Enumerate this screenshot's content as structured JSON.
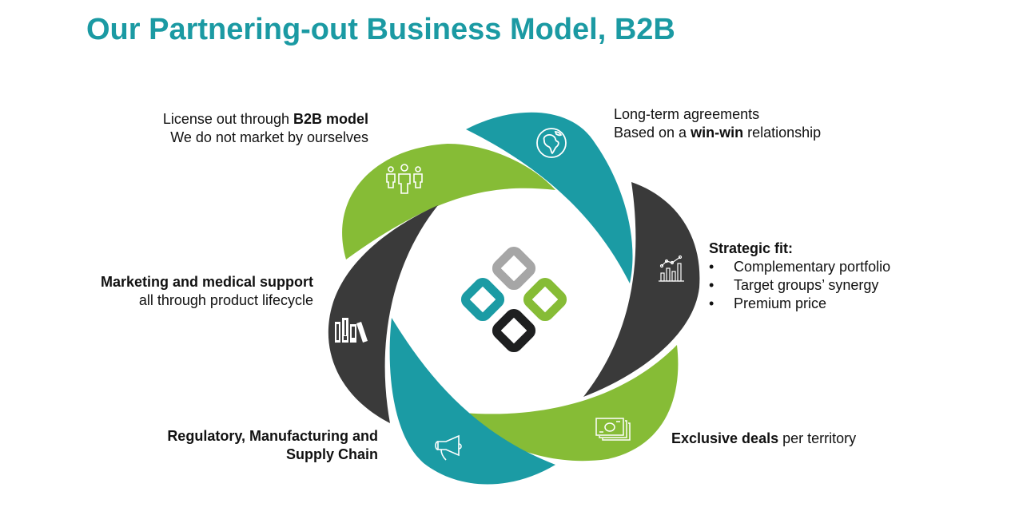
{
  "title": "Our Partnering-out Business Model, B2B",
  "colors": {
    "teal": "#1b9ba4",
    "green": "#86bc36",
    "dark": "#3a3a3a",
    "gray": "#a6a6a6",
    "black": "#1e1f20",
    "title": "#1b9aa3"
  },
  "segments": [
    {
      "id": "b2b",
      "color": "green",
      "icon": "people-group-icon",
      "lines": [
        [
          {
            "text": "License out through ",
            "bold": false
          },
          {
            "text": "B2B model",
            "bold": true
          }
        ],
        [
          {
            "text": "We do not market by ourselves",
            "bold": false
          }
        ]
      ]
    },
    {
      "id": "agreements",
      "color": "teal",
      "icon": "globe-icon",
      "lines": [
        [
          {
            "text": "Long-term agreements",
            "bold": false
          }
        ],
        [
          {
            "text": "Based on a ",
            "bold": false
          },
          {
            "text": "win-win",
            "bold": true
          },
          {
            "text": " relationship",
            "bold": false
          }
        ]
      ]
    },
    {
      "id": "strategic-fit",
      "color": "dark",
      "icon": "growth-chart-icon",
      "heading": "Strategic fit:",
      "bullets": [
        "Complementary portfolio",
        "Target groups’ synergy",
        "Premium price"
      ]
    },
    {
      "id": "exclusive",
      "color": "green",
      "icon": "banknotes-icon",
      "lines": [
        [
          {
            "text": "Exclusive deals",
            "bold": true
          },
          {
            "text": " per territory",
            "bold": false
          }
        ]
      ]
    },
    {
      "id": "regulatory",
      "color": "teal",
      "icon": "megaphone-icon",
      "lines": [
        [
          {
            "text": "Regulatory, Manufacturing and",
            "bold": true
          }
        ],
        [
          {
            "text": "Supply Chain",
            "bold": true
          }
        ]
      ]
    },
    {
      "id": "marketing",
      "color": "dark",
      "icon": "books-icon",
      "lines": [
        [
          {
            "text": "Marketing and medical support",
            "bold": true
          }
        ],
        [
          {
            "text": "all through product lifecycle",
            "bold": false
          }
        ]
      ]
    }
  ],
  "center_logo": {
    "name": "four-diamonds-logo",
    "tiles": [
      "gray",
      "teal",
      "green",
      "black"
    ]
  }
}
